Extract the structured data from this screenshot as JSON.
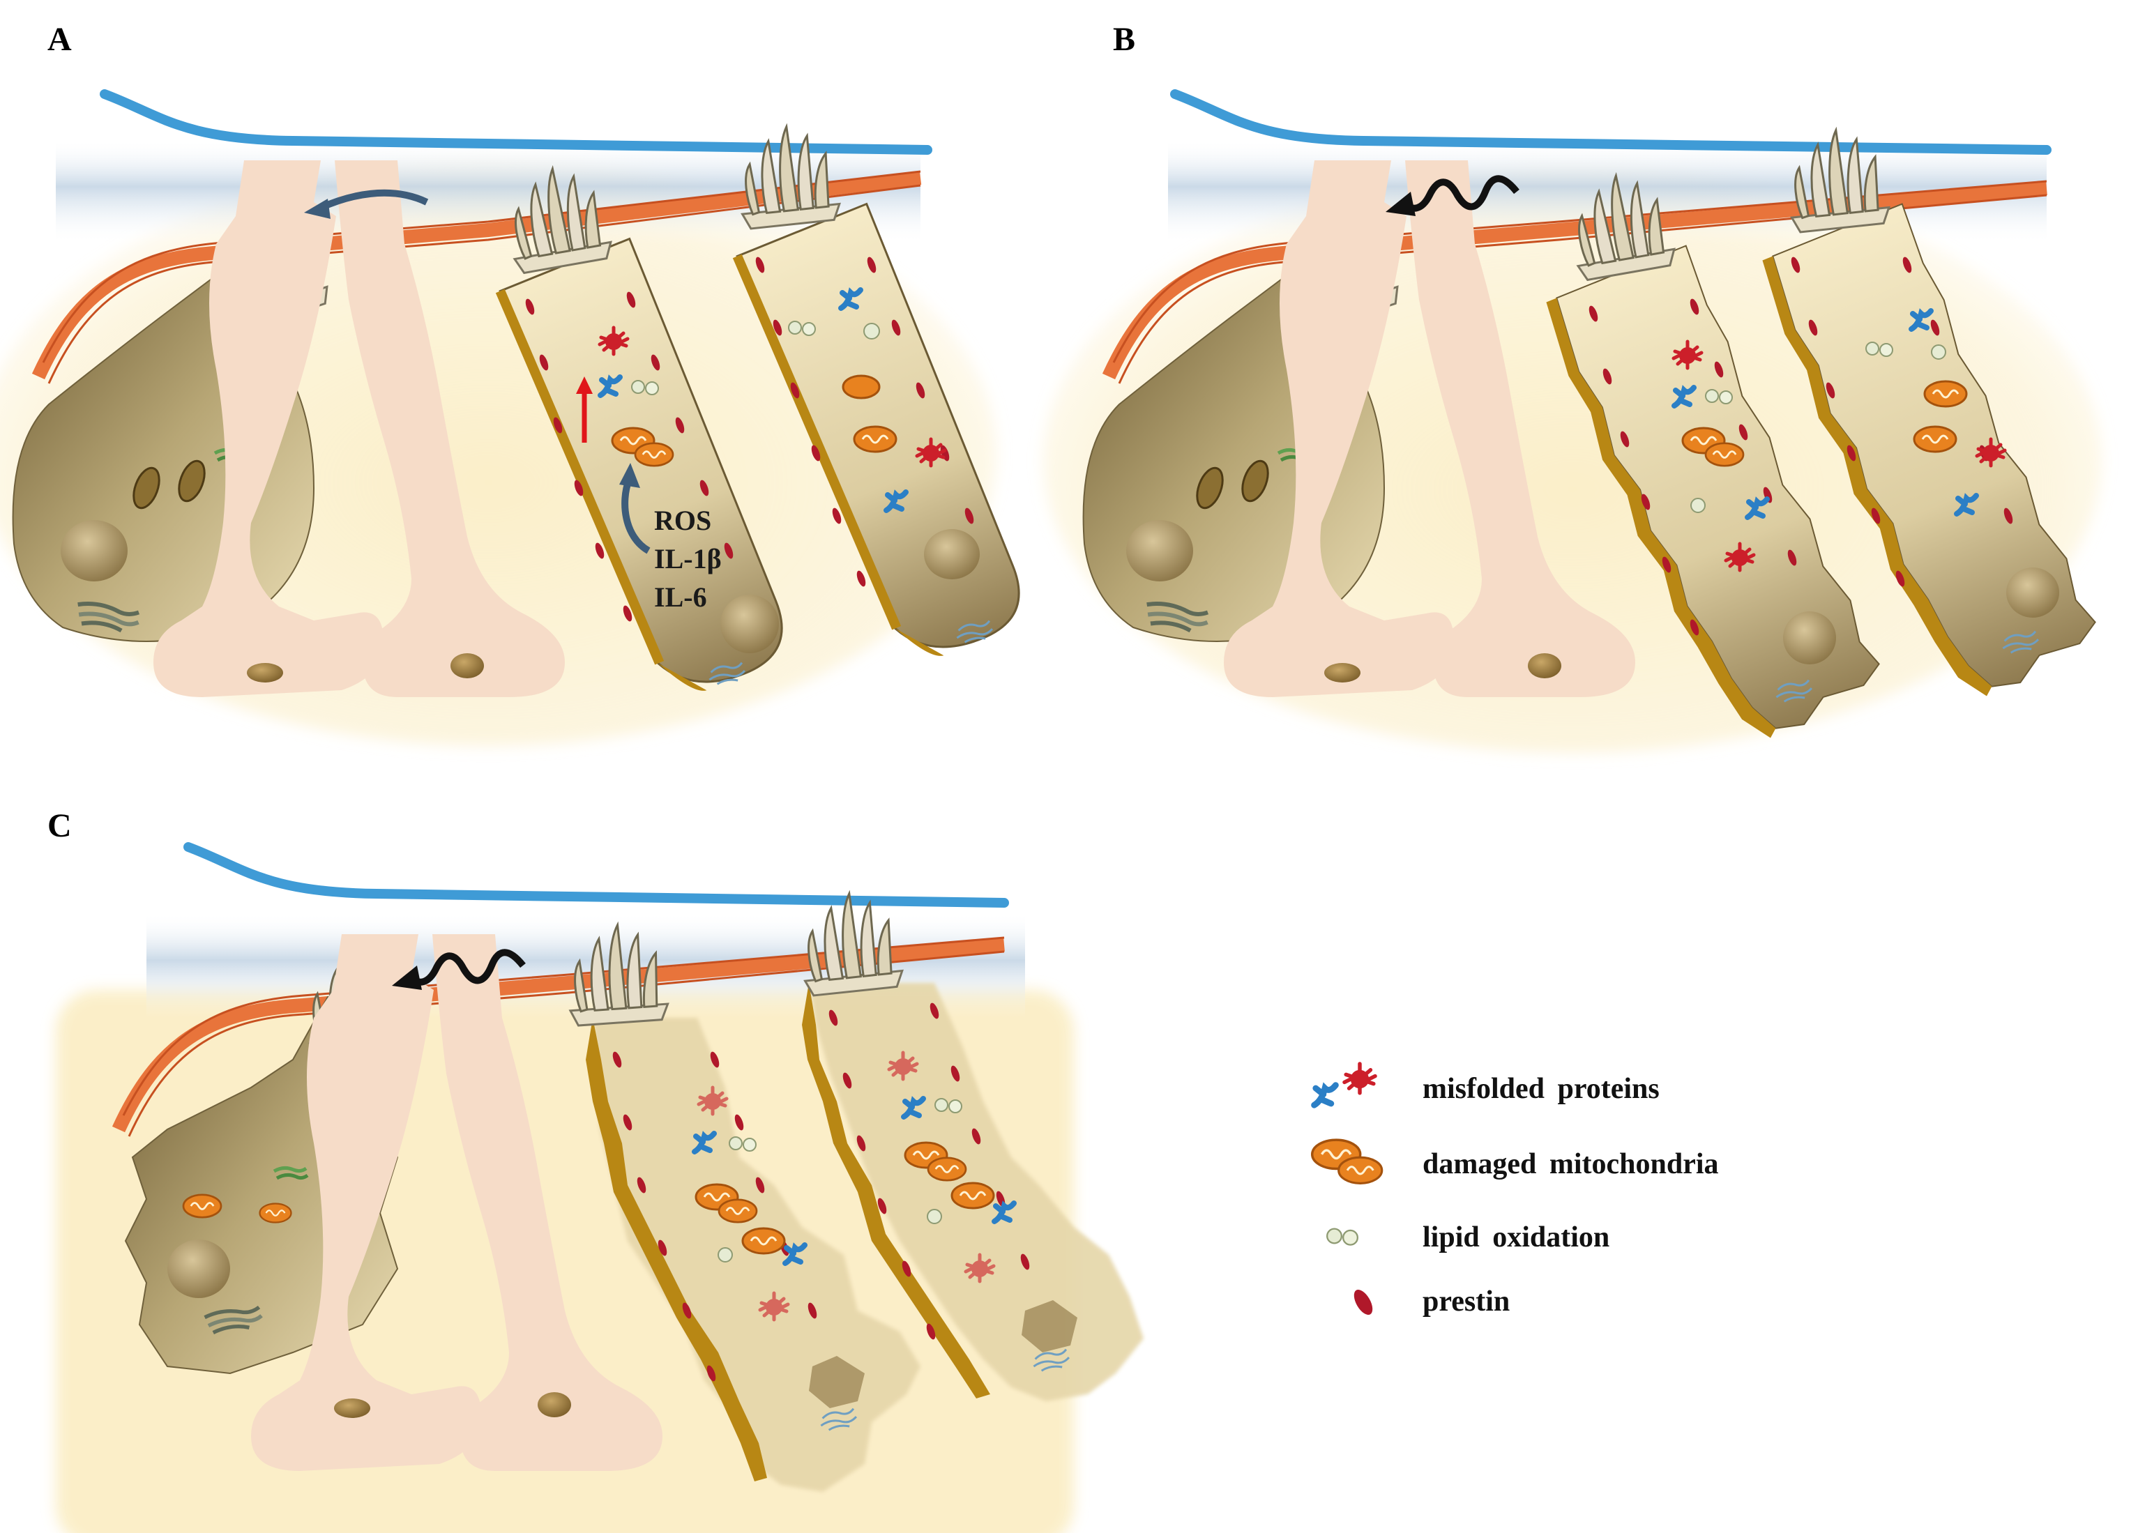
{
  "panels": [
    {
      "letter": "A"
    },
    {
      "letter": "B"
    },
    {
      "letter": "C"
    }
  ],
  "cytokines": [
    "ROS",
    "IL-1β",
    "IL-6"
  ],
  "legend": [
    {
      "label": "misfolded proteins",
      "icon": "misfolded-protein-icon"
    },
    {
      "label": "damaged mitochondria",
      "icon": "mitochondria-icon"
    },
    {
      "label": "lipid oxidation",
      "icon": "lipid-droplet-icon"
    },
    {
      "label": "prestin",
      "icon": "prestin-icon"
    }
  ],
  "colors": {
    "tectorial": "#3f9bd6",
    "fibers": "#e8743b",
    "haze": "#b9cde0",
    "background_glow": "#fbeec6",
    "ohc_body": "#f3e6bf",
    "ohc_dark": "#7f6a3e",
    "ohc_edge": "#b88714",
    "pillar": "#f6dcc8",
    "prestin": "#b0182a",
    "misfolded_red": "#cc1f2a",
    "misfolded_blue": "#2b7fc6",
    "mitochondria": "#e8821f",
    "lipid": "#e2e8cf",
    "arrow": "#3d5c7a",
    "arrow_red": "#e0161a"
  }
}
